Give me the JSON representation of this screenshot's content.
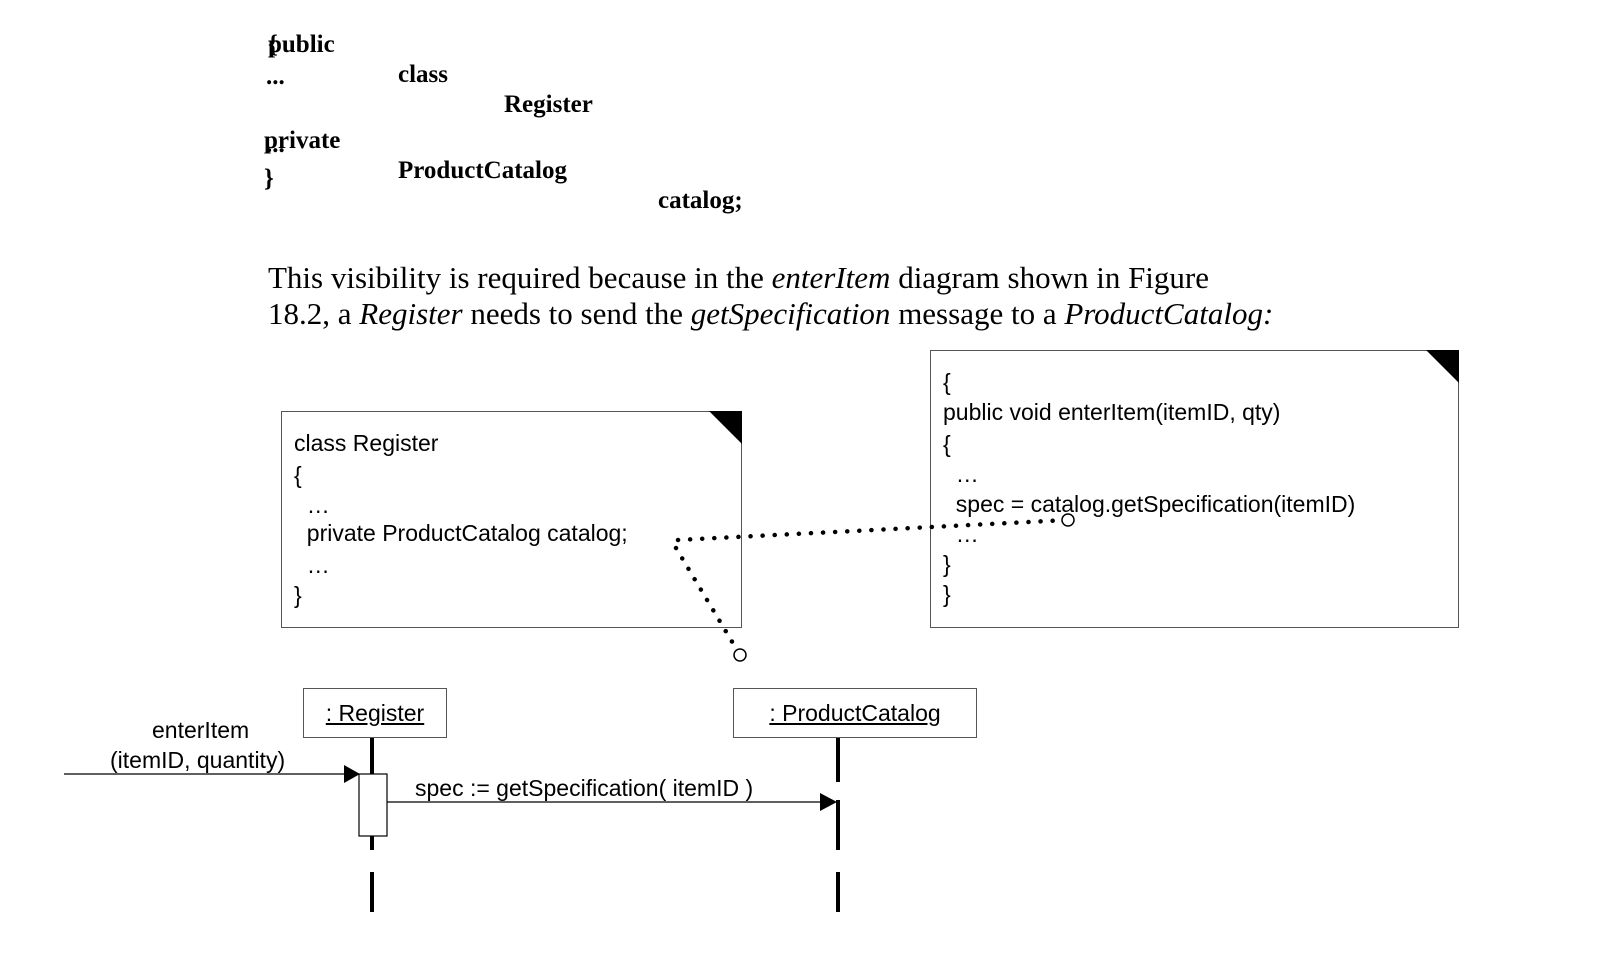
{
  "code_listing": {
    "line1": [
      "public",
      "class",
      "Register"
    ],
    "line2": "{",
    "line3": "...",
    "line4": [
      "private",
      "ProductCatalog",
      "catalog;"
    ],
    "line5": "...",
    "line6": "}"
  },
  "paragraph": {
    "l1_a": "This visibility is required because in the ",
    "l1_em": "enterItem",
    "l1_b": " diagram shown in Figure",
    "l2_a": "18.2, a ",
    "l2_em1": "Register",
    "l2_b": " needs to send the ",
    "l2_em2": "getSpecification",
    "l2_c": " message to a ",
    "l2_em3": "ProductCatalog:"
  },
  "register_note": {
    "lines": [
      "class Register",
      "{",
      "  …",
      "  private ProductCatalog catalog;",
      "  …",
      "}"
    ]
  },
  "enteritem_note": {
    "lines": [
      "{",
      "public void enterItem(itemID, qty)",
      "{",
      "  …",
      "  spec = catalog.getSpecification(itemID)",
      "  …",
      "}",
      "}"
    ]
  },
  "sequence": {
    "register_lifeline": ": Register",
    "catalog_lifeline": ": ProductCatalog",
    "incoming_message_line1": "enterItem",
    "incoming_message_line2": "(itemID, quantity)",
    "call_message": "spec := getSpecification( itemID )"
  }
}
